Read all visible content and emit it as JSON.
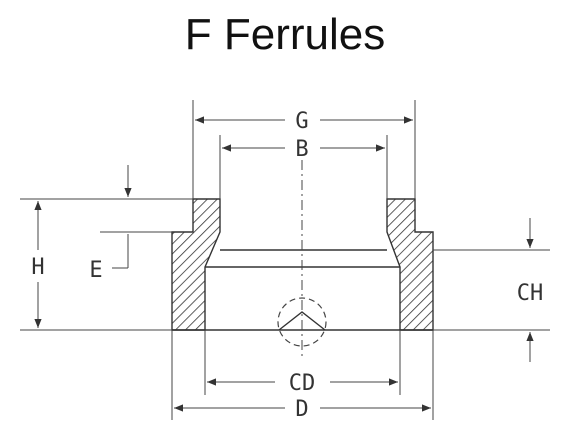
{
  "title": "F Ferrules",
  "labels": {
    "G": "G",
    "B": "B",
    "H": "H",
    "E": "E",
    "CH": "CH",
    "CD": "CD",
    "D": "D"
  },
  "colors": {
    "line": "#333333",
    "hatch": "#333333",
    "background": "#ffffff"
  }
}
